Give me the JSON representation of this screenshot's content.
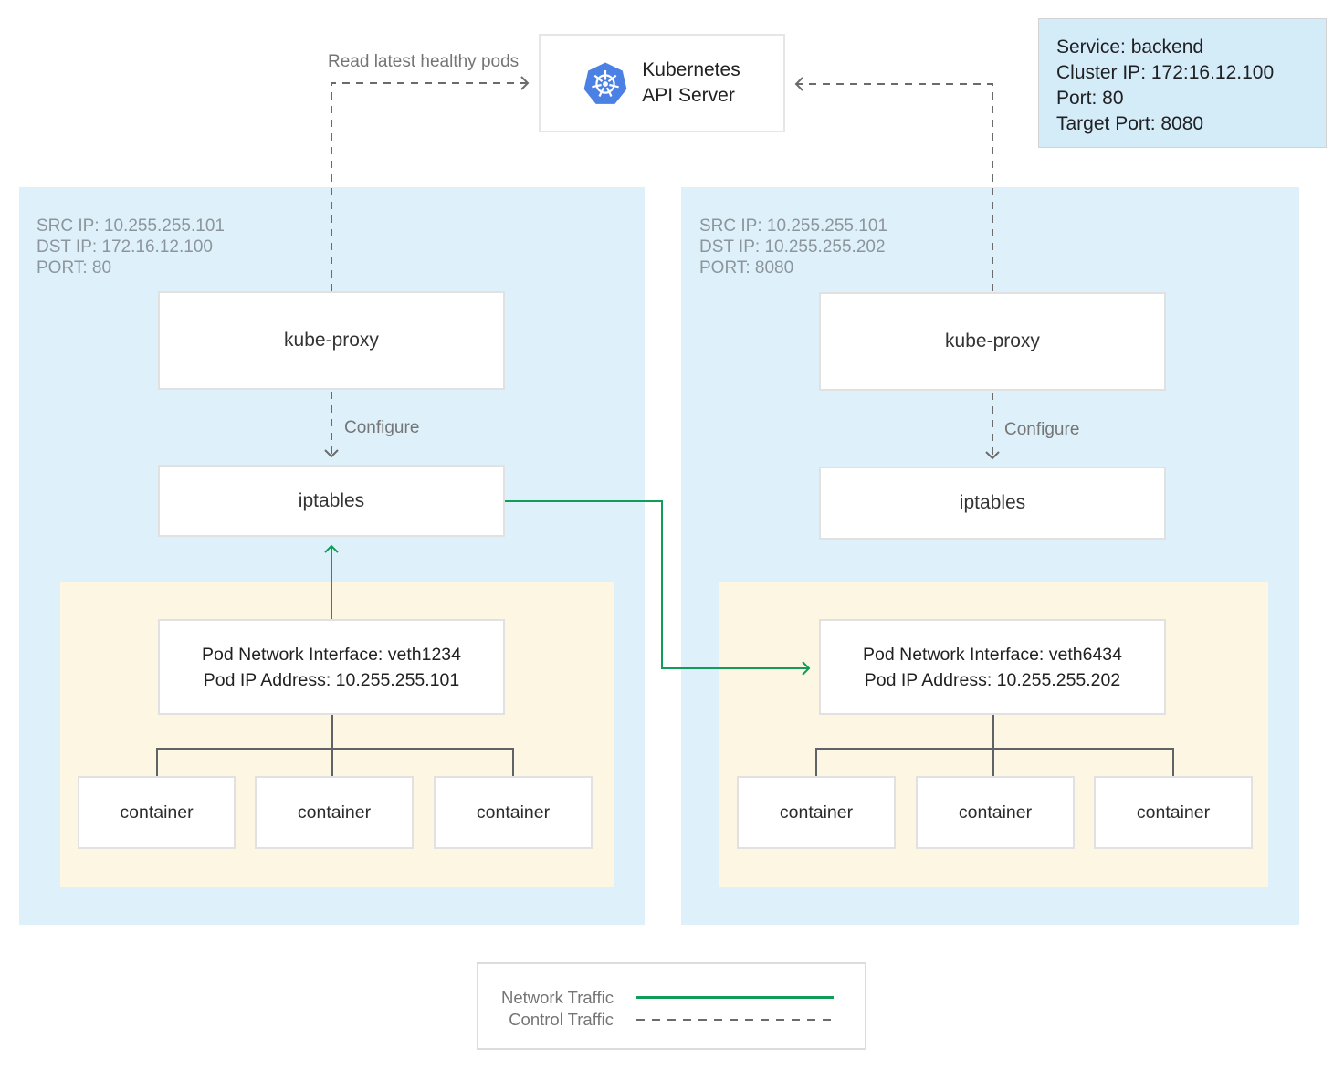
{
  "colors": {
    "panel_blue": "#def1fb",
    "service_blue": "#d4ebf8",
    "pod_yellow": "#fcf6e2",
    "network_green": "#0f9d58",
    "control_gray": "#6b6b6b",
    "logo_blue": "#4b80e4"
  },
  "api_server": {
    "icon": "kubernetes-helm-icon",
    "line1": "Kubernetes",
    "line2": "API Server"
  },
  "service_info": {
    "line1": "Service: backend",
    "line2": "Cluster IP: 172:16.12.100",
    "line3": "Port: 80",
    "line4": "Target Port: 8080"
  },
  "edges": {
    "read_pods_label": "Read latest healthy pods",
    "configure_left": "Configure",
    "configure_right": "Configure"
  },
  "node_left": {
    "meta": [
      "SRC IP: 10.255.255.101",
      "DST IP: 172.16.12.100",
      "PORT: 80"
    ],
    "kube_proxy": "kube-proxy",
    "iptables": "iptables",
    "pod": {
      "interface": "Pod Network Interface: veth1234",
      "ip": "Pod IP Address: 10.255.255.101",
      "containers": [
        "container",
        "container",
        "container"
      ]
    }
  },
  "node_right": {
    "meta": [
      "SRC IP: 10.255.255.101",
      "DST IP: 10.255.255.202",
      "PORT: 8080"
    ],
    "kube_proxy": "kube-proxy",
    "iptables": "iptables",
    "pod": {
      "interface": "Pod Network Interface: veth6434",
      "ip": "Pod IP Address: 10.255.255.202",
      "containers": [
        "container",
        "container",
        "container"
      ]
    }
  },
  "legend": {
    "network": "Network Traffic",
    "control": "Control Traffic"
  }
}
